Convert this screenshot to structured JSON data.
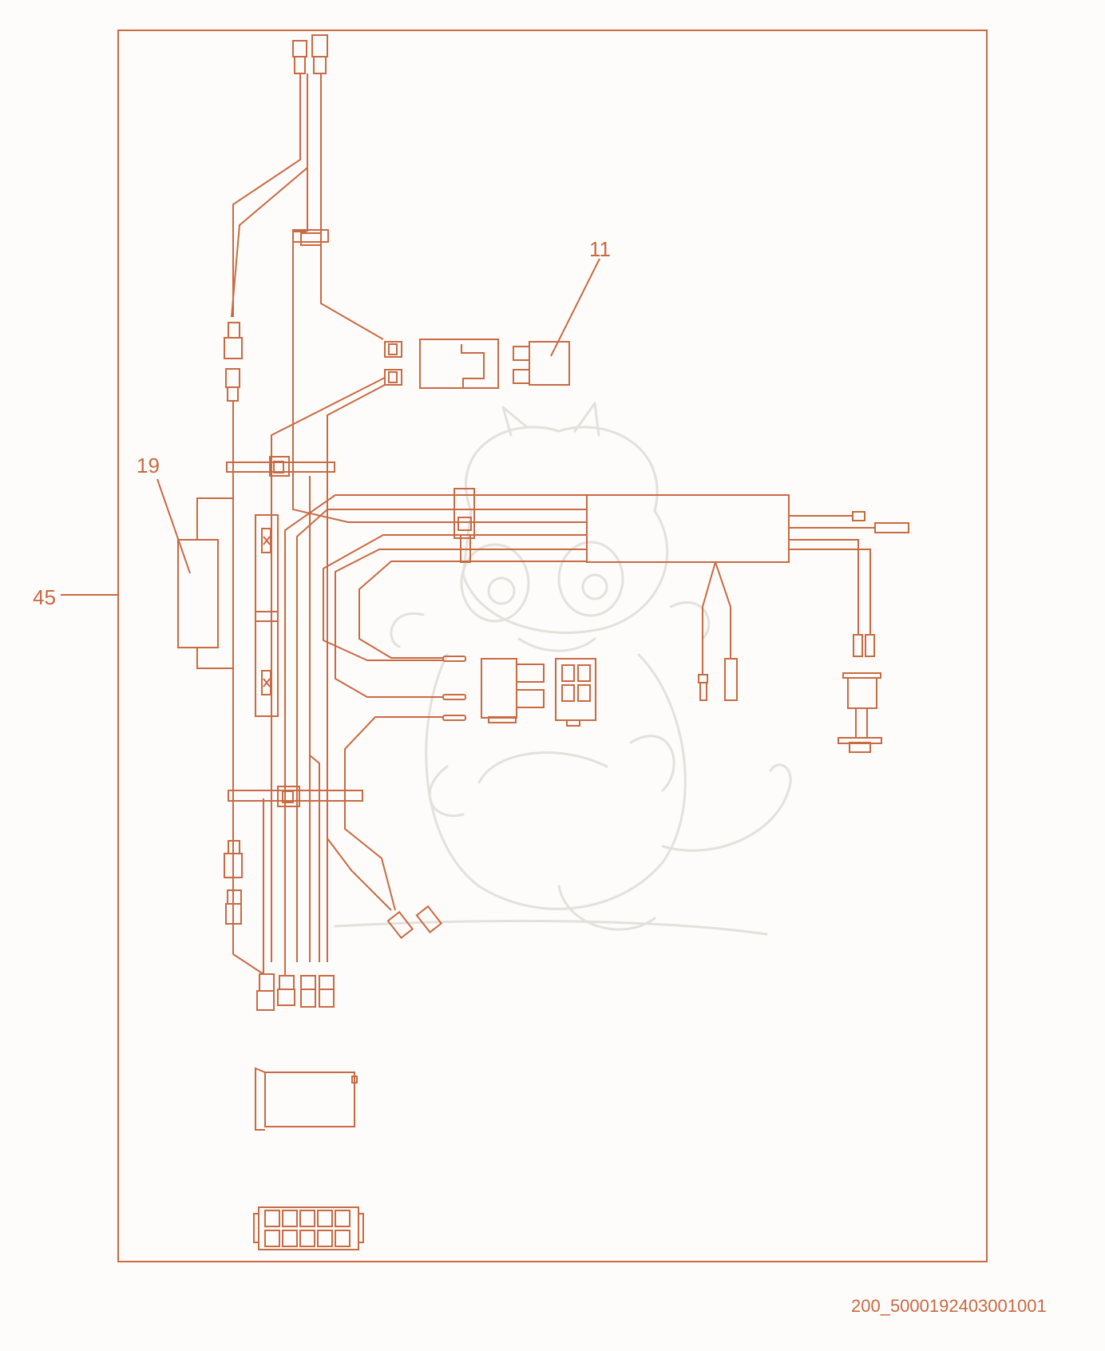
{
  "colors": {
    "line": "#c96a43",
    "watermark": "#e4e0dc",
    "background": "#fdfcfa"
  },
  "callouts": {
    "c11": "11",
    "c19": "19",
    "c45": "45"
  },
  "drawing_id": "200_5000192403001001",
  "icons": {
    "watermark": "baby-dragon-watermark-icon"
  }
}
